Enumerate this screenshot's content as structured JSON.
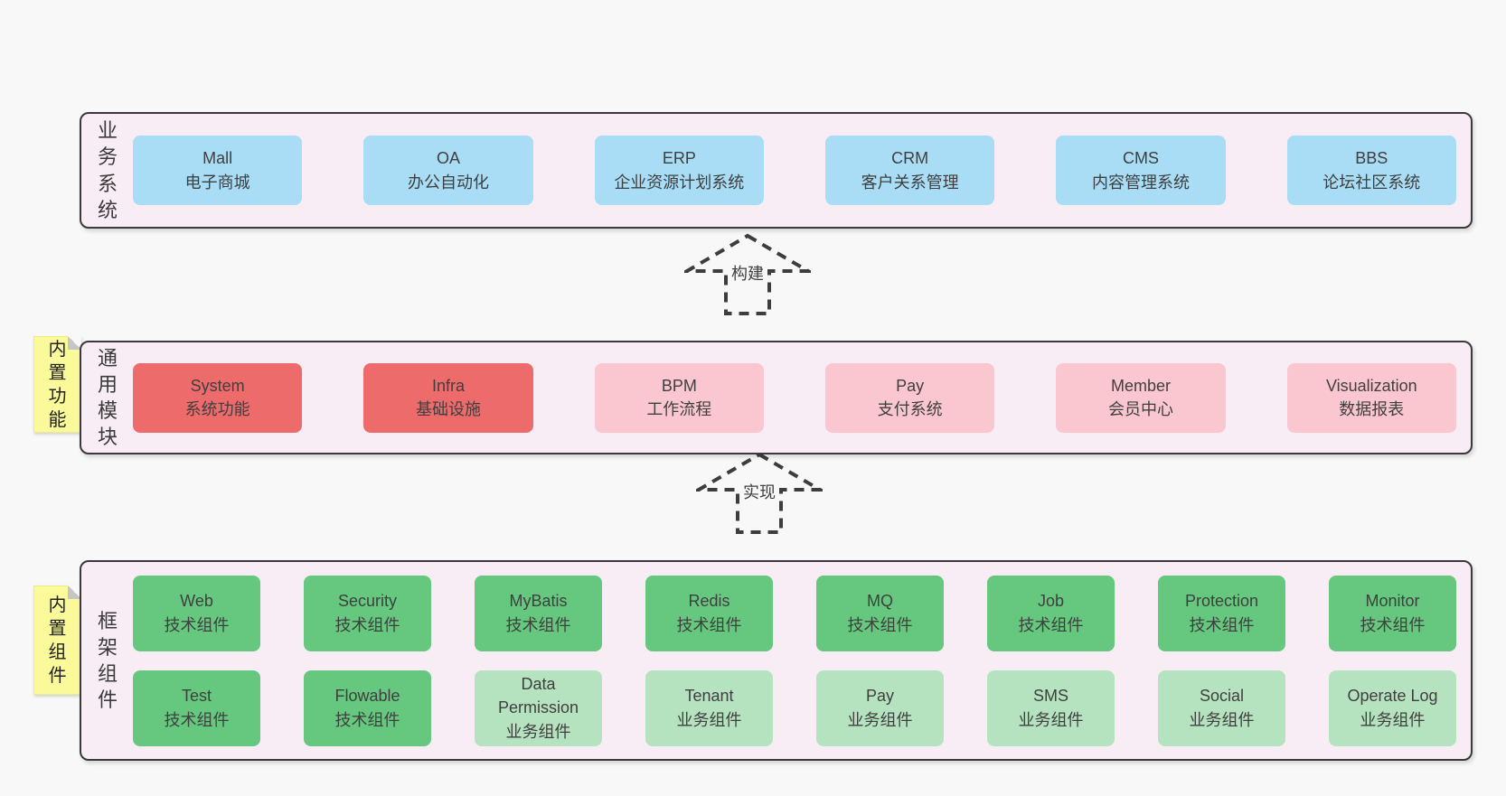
{
  "diagram": {
    "arrows": {
      "build": "构建",
      "implement": "实现"
    },
    "sections": {
      "business": {
        "label": "业务系统",
        "boxes": [
          {
            "name": "Mall",
            "desc": "电子商城"
          },
          {
            "name": "OA",
            "desc": "办公自动化"
          },
          {
            "name": "ERP",
            "desc": "企业资源计划系统"
          },
          {
            "name": "CRM",
            "desc": "客户关系管理"
          },
          {
            "name": "CMS",
            "desc": "内容管理系统"
          },
          {
            "name": "BBS",
            "desc": "论坛社区系统"
          }
        ]
      },
      "modules": {
        "label": "通用模块",
        "tag": "内置功能",
        "boxes": [
          {
            "name": "System",
            "desc": "系统功能",
            "variant": "red"
          },
          {
            "name": "Infra",
            "desc": "基础设施",
            "variant": "red"
          },
          {
            "name": "BPM",
            "desc": "工作流程",
            "variant": "pink"
          },
          {
            "name": "Pay",
            "desc": "支付系统",
            "variant": "pink"
          },
          {
            "name": "Member",
            "desc": "会员中心",
            "variant": "pink"
          },
          {
            "name": "Visualization",
            "desc": "数据报表",
            "variant": "pink"
          }
        ]
      },
      "framework": {
        "label": "框架组件",
        "tag": "内置组件",
        "row1": [
          {
            "name": "Web",
            "desc": "技术组件",
            "variant": "green"
          },
          {
            "name": "Security",
            "desc": "技术组件",
            "variant": "green"
          },
          {
            "name": "MyBatis",
            "desc": "技术组件",
            "variant": "green"
          },
          {
            "name": "Redis",
            "desc": "技术组件",
            "variant": "green"
          },
          {
            "name": "MQ",
            "desc": "技术组件",
            "variant": "green"
          },
          {
            "name": "Job",
            "desc": "技术组件",
            "variant": "green"
          },
          {
            "name": "Protection",
            "desc": "技术组件",
            "variant": "green"
          },
          {
            "name": "Monitor",
            "desc": "技术组件",
            "variant": "green"
          }
        ],
        "row2": [
          {
            "name": "Test",
            "desc": "技术组件",
            "variant": "green"
          },
          {
            "name": "Flowable",
            "desc": "技术组件",
            "variant": "green"
          },
          {
            "name": "Data Permission",
            "desc": "业务组件",
            "variant": "lightgreen"
          },
          {
            "name": "Tenant",
            "desc": "业务组件",
            "variant": "lightgreen"
          },
          {
            "name": "Pay",
            "desc": "业务组件",
            "variant": "lightgreen"
          },
          {
            "name": "SMS",
            "desc": "业务组件",
            "variant": "lightgreen"
          },
          {
            "name": "Social",
            "desc": "业务组件",
            "variant": "lightgreen"
          },
          {
            "name": "Operate Log",
            "desc": "业务组件",
            "variant": "lightgreen"
          }
        ]
      }
    },
    "colors": {
      "page_bg": "#f8f8f8",
      "section_bg": "#f8edf5",
      "section_border": "#3a3a3a",
      "blue": "#a9dcf5",
      "red": "#ee6b6b",
      "pink": "#fac7d0",
      "green": "#66c87e",
      "light_green": "#b6e3bf",
      "tag_yellow": "#fbfa9b",
      "text": "#3f3f3f"
    }
  }
}
